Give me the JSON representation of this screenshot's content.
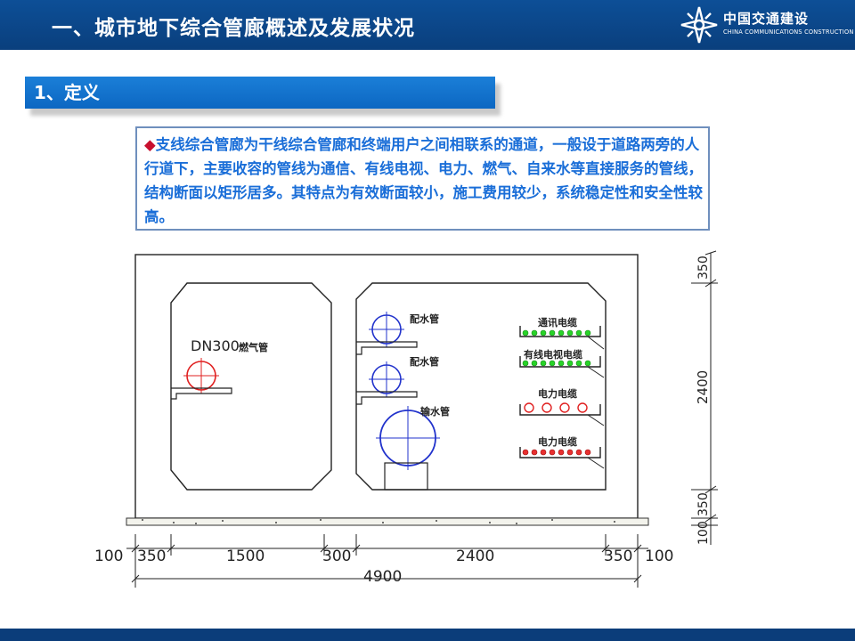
{
  "header": {
    "title": "一、城市地下综合管廊概述及发展状况",
    "logo_cn": "中国交通建设",
    "logo_en": "CHINA COMMUNICATIONS CONSTRUCTION",
    "logo_icon": "ccc-logo-icon",
    "bar_color": "#0b4a8e"
  },
  "section": {
    "label": "1、定义",
    "color": "#1273cf"
  },
  "definition": {
    "bullet_icon": "diamond-bullet-icon",
    "text": "支线综合管廊为干线综合管廊和终端用户之间相联系的通道，一般设于道路两旁的人行道下，主要收容的管线为通信、有线电视、电力、燃气、自来水等直接服务的管线，结构断面以矩形居多。其特点为有效断面较小，施工费用较少，系统稳定性和安全性较高。",
    "text_color": "#1a6ed8"
  },
  "diagram": {
    "gas_pipe_label": "DN300",
    "gas_label": "燃气管",
    "water_pipe_1": "配水管",
    "water_pipe_2": "配水管",
    "transfer_pipe": "输水管",
    "cables": [
      "通讯电缆",
      "有线电视电缆",
      "电力电缆",
      "电力电缆"
    ],
    "bottom_dims": [
      "100",
      "350",
      "1500",
      "300",
      "2400",
      "350",
      "100"
    ],
    "total_width": "4900",
    "right_dims": [
      "350",
      "2400",
      "350",
      "100"
    ]
  }
}
